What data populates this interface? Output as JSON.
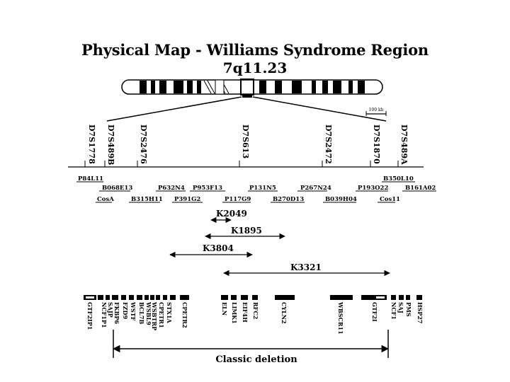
{
  "title": "Physical Map - Williams Syndrome Region",
  "band": "7q11.23",
  "scale_label": "100 kb",
  "markers": [
    "D7S1778",
    "D7S489B",
    "D7S2476",
    "D7S613",
    "D7S2472",
    "D7S1870",
    "D7S489A"
  ],
  "clones_row1": [
    "P84L11",
    "B350L10"
  ],
  "clones_row2": [
    "B068E13",
    "P632N4",
    "P953F13",
    "P131N5",
    "P267N24",
    "P193O22",
    "B161A02"
  ],
  "clones_row3": [
    "CosA",
    "B315H11",
    "P391G2",
    "P117G9",
    "B270D13",
    "B039H04",
    "Cos11"
  ],
  "contigs": [
    "K2049",
    "K1895",
    "K3804",
    "K3321"
  ],
  "genes": [
    "GTF2IP1",
    "NCF1P1",
    "SAJP",
    "FKBP6",
    "FZD9",
    "WSTF",
    "BCL7B",
    "WSBL9",
    "WSBTRP",
    "CPETR1",
    "STX1A",
    "CPETR2",
    "ELN",
    "LIMK1",
    "EIF4H",
    "RFC2",
    "CYLN2",
    "WBSCR11",
    "GTF2I",
    "NCF1",
    "SAJ",
    "PMS",
    "HSP27"
  ],
  "deletion_label": "Classic deletion"
}
